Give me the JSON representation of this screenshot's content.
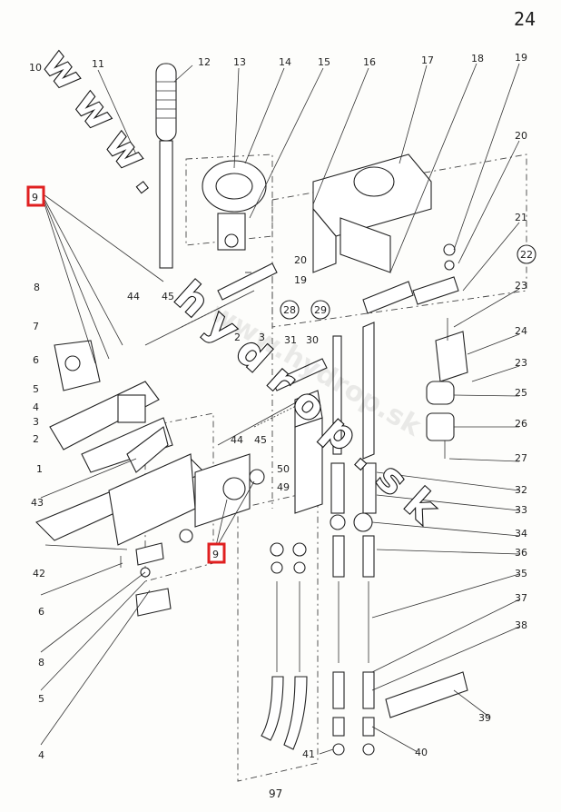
{
  "page": {
    "sheet_number": "24",
    "page_number": "97"
  },
  "watermark": {
    "text_left": "www.",
    "text_center": "www.hydrop.sk",
    "text_right": "hydrop.sk",
    "a": "w w w .",
    "b": "h y d r o p . s k"
  },
  "callouts": {
    "c1": "1",
    "c2": "2",
    "c3": "3",
    "c4": "4",
    "c5": "5",
    "c6": "6",
    "c7": "7",
    "c8": "8",
    "c9_top": "9",
    "c9_bottom": "9",
    "c10": "10",
    "c11": "11",
    "c12": "12",
    "c13": "13",
    "c14": "14",
    "c15": "15",
    "c16": "16",
    "c17": "17",
    "c18": "18",
    "c19": "19",
    "c20": "20",
    "c21": "21",
    "c22": "22",
    "c23": "23",
    "c24": "24",
    "c25": "25",
    "c26": "26",
    "c27": "27",
    "c28": "28",
    "c29": "29",
    "c30": "30",
    "c31": "31",
    "c32": "32",
    "c33": "33",
    "c34": "34",
    "c35": "35",
    "c36": "36",
    "c37": "37",
    "c38": "38",
    "c39": "39",
    "c40": "40",
    "c41": "41",
    "c42": "42",
    "c43": "43",
    "c44": "44",
    "c45": "45",
    "c49": "49",
    "c50": "50"
  },
  "highlight_color": "#e02020"
}
